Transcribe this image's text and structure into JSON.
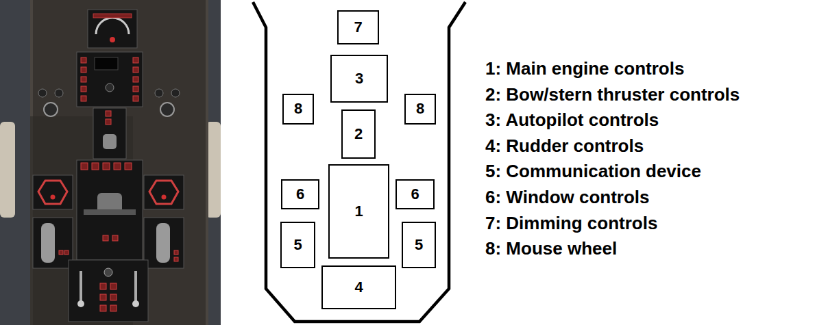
{
  "diagram": {
    "nodes": [
      {
        "text": [
          "7"
        ]
      },
      {
        "text": [
          "3"
        ]
      },
      {
        "text": [
          "8"
        ]
      },
      {
        "text": [
          "8"
        ]
      },
      {
        "text": [
          "2"
        ]
      },
      {
        "text": [
          "6"
        ]
      },
      {
        "text": [
          "1"
        ]
      },
      {
        "text": [
          "6"
        ]
      },
      {
        "text": [
          "5"
        ]
      },
      {
        "text": [
          "5"
        ]
      },
      {
        "text": [
          "4"
        ]
      }
    ],
    "labels": [
      "1: Main engine controls",
      "2: Bow/stern thruster controls",
      "3: Autopilot controls",
      "4: Rudder controls",
      "5: Communication device",
      "6: Window controls",
      "7: Dimming controls",
      "8: Mouse wheel"
    ]
  }
}
